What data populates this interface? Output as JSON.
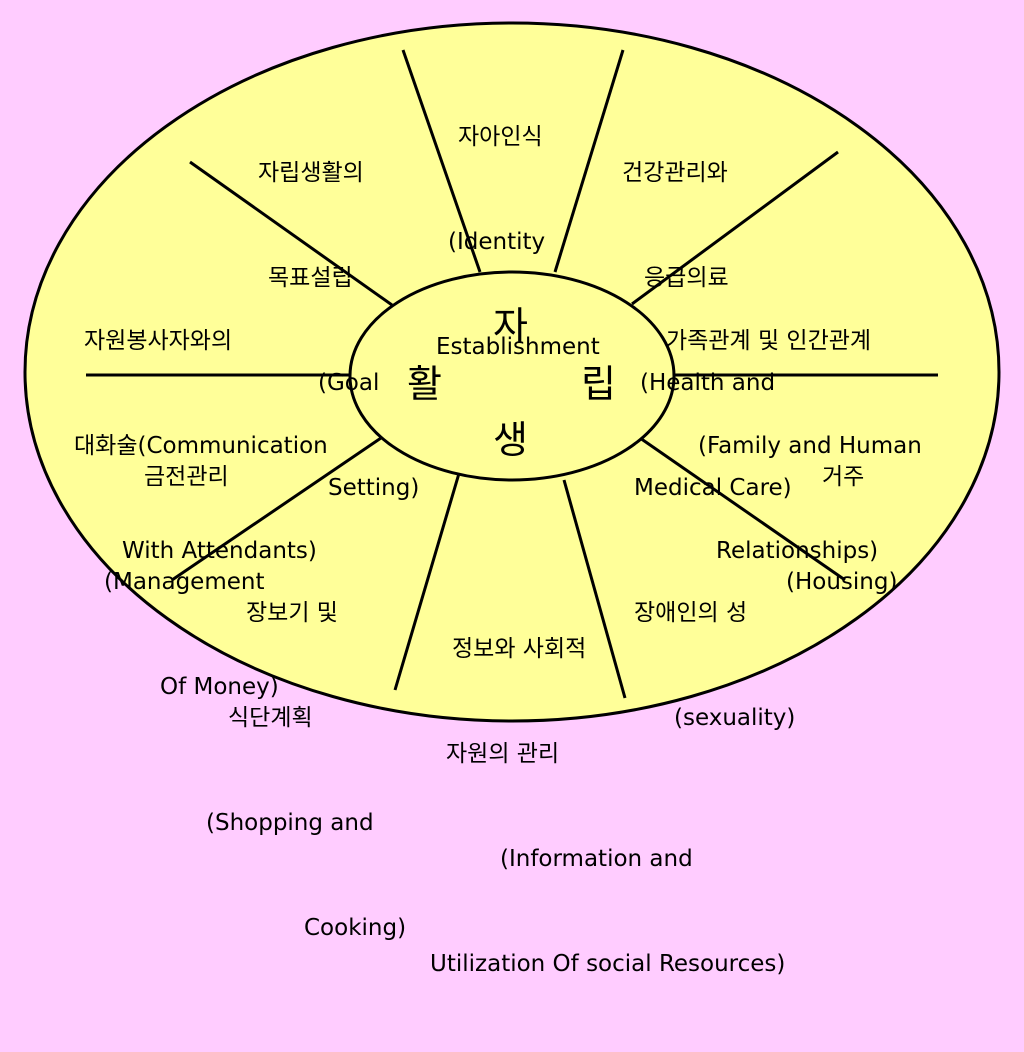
{
  "colors": {
    "background": "#ffccff",
    "ellipse_fill": "#ffff99",
    "stroke": "#000000"
  },
  "center": {
    "char_top": "자",
    "char_left": "활",
    "char_right": "립",
    "char_bottom": "생"
  },
  "topics": [
    {
      "id": "identity",
      "lines": [
        "자아인식",
        "(Identity",
        "Establishment"
      ]
    },
    {
      "id": "health",
      "lines": [
        "건강관리와",
        "응급의료",
        "(Health and",
        "Medical Care)"
      ]
    },
    {
      "id": "family",
      "lines": [
        "가족관계 및 인간관계",
        "(Family and Human",
        "Relationships)"
      ]
    },
    {
      "id": "housing",
      "lines": [
        "거주",
        "(Housing)"
      ]
    },
    {
      "id": "sexuality",
      "lines": [
        "장애인의 성",
        "(sexuality)"
      ]
    },
    {
      "id": "information",
      "lines": [
        "정보와 사회적",
        "자원의 관리",
        "(Information and",
        "Utilization Of social Resources)"
      ]
    },
    {
      "id": "shopping",
      "lines": [
        "장보기 및",
        "식단계획",
        "(Shopping and",
        "Cooking)"
      ]
    },
    {
      "id": "money",
      "lines": [
        "금전관리",
        "(Management",
        "Of Money)"
      ]
    },
    {
      "id": "communication",
      "lines": [
        "자원봉사자와의",
        "대화술(Communication",
        "With Attendants)"
      ]
    },
    {
      "id": "goal",
      "lines": [
        "자립생활의",
        "목표설립",
        "(Goal",
        "Setting)"
      ]
    }
  ]
}
